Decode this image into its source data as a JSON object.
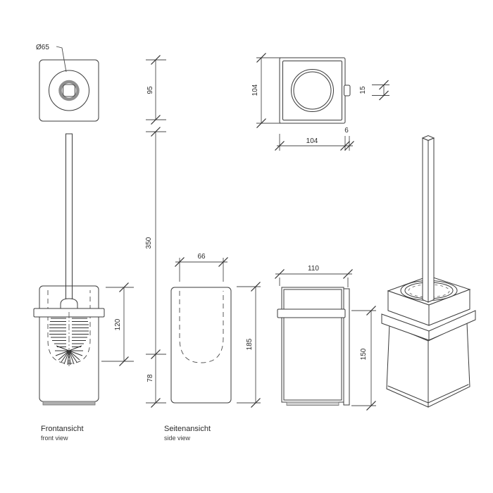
{
  "colors": {
    "background": "#ffffff",
    "line": "#3b3b3b",
    "ring_gray": "#8f8f8f",
    "base_gray": "#b0b0b0",
    "text": "#2b2b2b"
  },
  "views": {
    "wall_plate_front": {
      "diameter_label": "Ø65",
      "plate_height_dim": "95"
    },
    "front_view": {
      "rod_length_dim": "350",
      "brush_depth_dim": "120",
      "lower_section_dim": "78",
      "label_de": "Frontansicht",
      "label_en": "front view"
    },
    "top_view": {
      "width_dim": "104",
      "height_dim": "104",
      "tab_height_dim": "15",
      "tab_depth_dim": "6"
    },
    "side_view": {
      "cavity_width_dim": "66",
      "body_height_dim": "185",
      "label_de": "Seitenansicht",
      "label_en": "side view"
    },
    "side_view_2": {
      "width_dim": "110",
      "bracket_to_base_dim": "150"
    }
  }
}
